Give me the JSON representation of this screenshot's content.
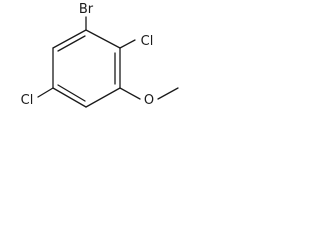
{
  "molecule": {
    "labels": {
      "br": "Br",
      "cl_top": "Cl",
      "cl_left": "Cl",
      "o": "O"
    }
  }
}
